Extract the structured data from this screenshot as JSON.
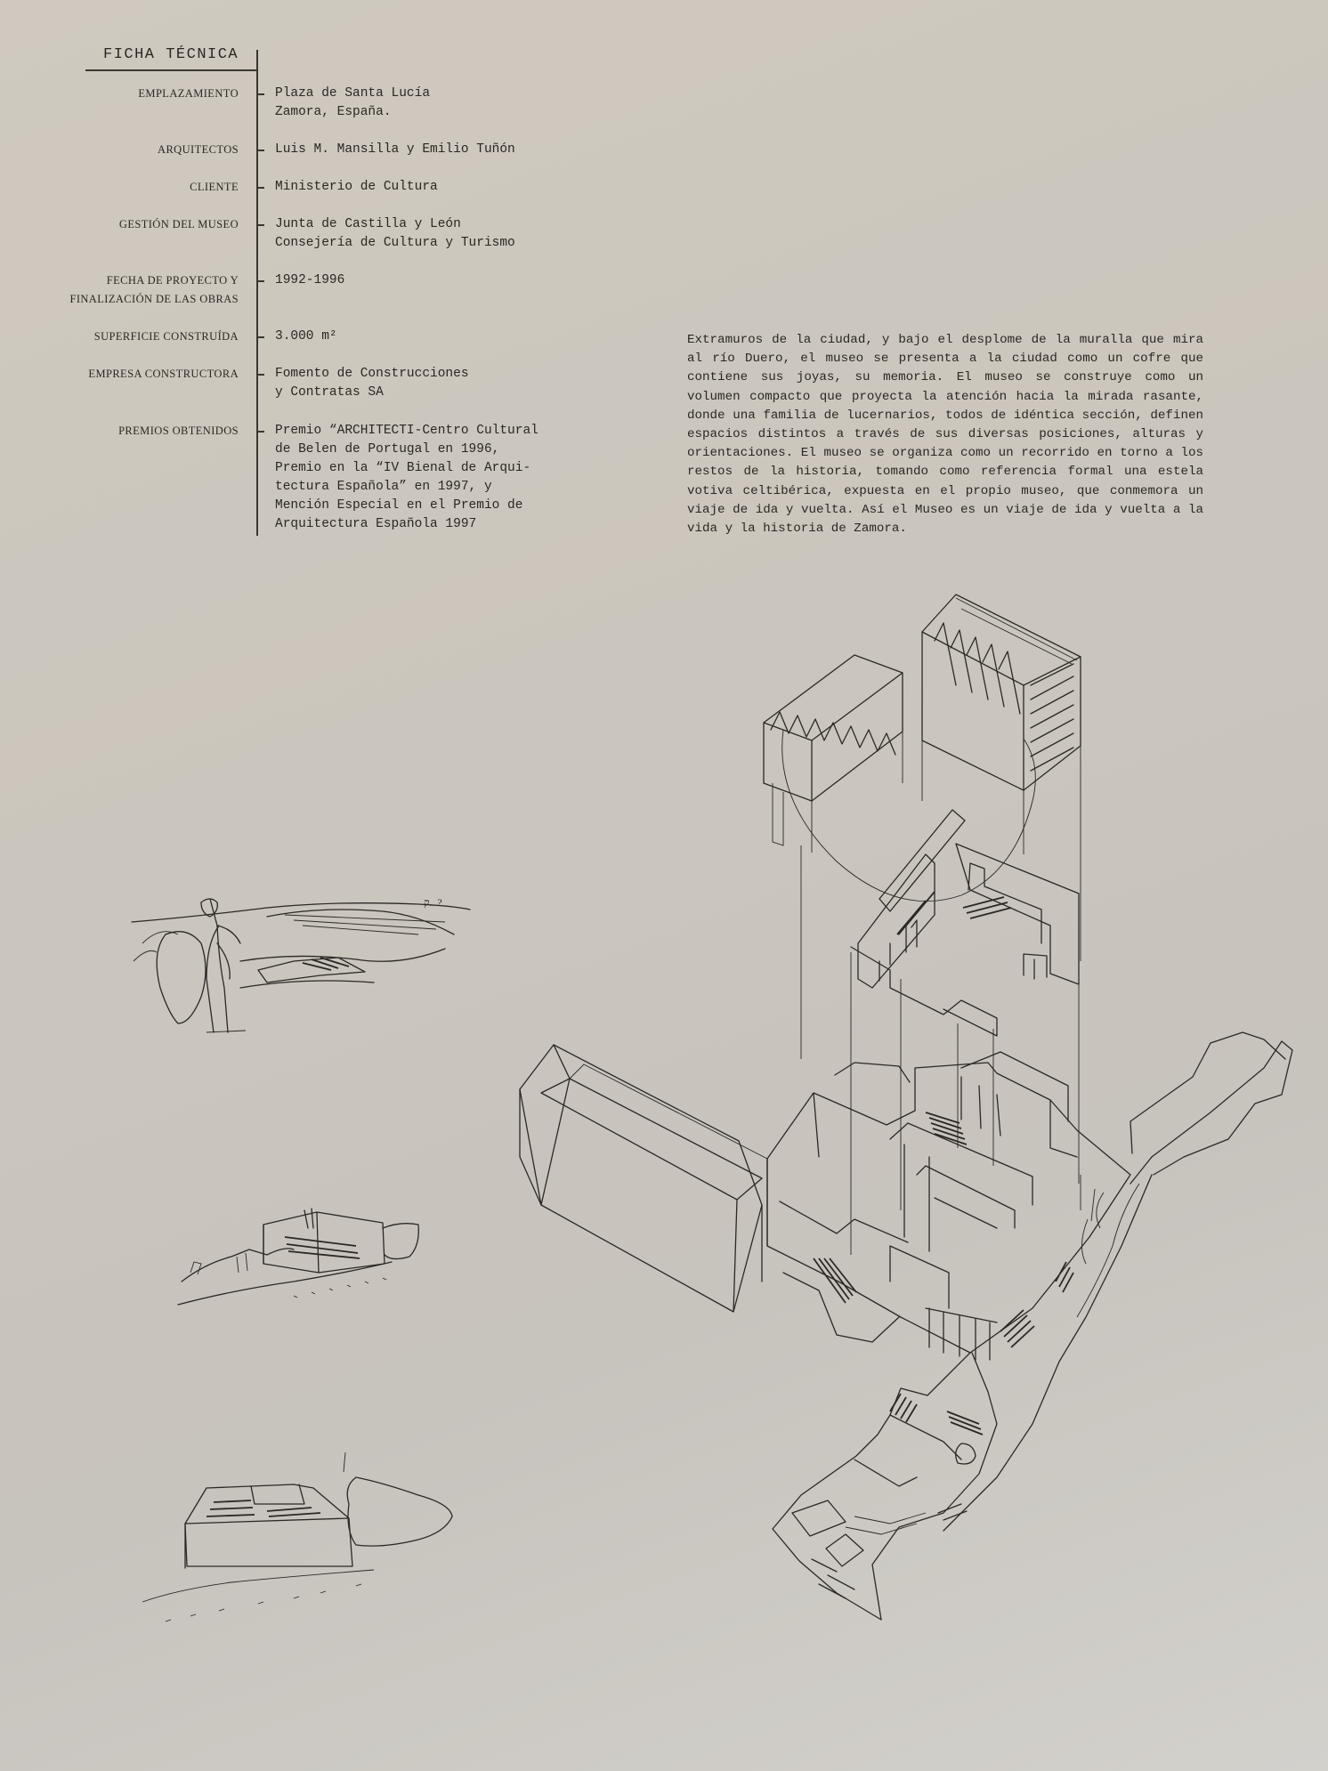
{
  "ficha": {
    "title": "FICHA TÉCNICA",
    "rows": [
      {
        "label": "EMPLAZAMIENTO",
        "value": "Plaza de Santa Lucía\nZamora, España."
      },
      {
        "label": "ARQUITECTOS",
        "value": "Luis M. Mansilla y Emilio Tuñón"
      },
      {
        "label": "CLIENTE",
        "value": "Ministerio de Cultura"
      },
      {
        "label": "GESTIÓN DEL MUSEO",
        "value": "Junta de Castilla y León\nConsejería de Cultura y Turismo"
      },
      {
        "label": "FECHA DE PROYECTO Y\nFINALIZACIÓN DE LAS OBRAS",
        "value": "1992-1996"
      },
      {
        "label": "SUPERFICIE CONSTRUÍDA",
        "value": "3.000 m²"
      },
      {
        "label": "EMPRESA CONSTRUCTORA",
        "value": "Fomento de Construcciones\ny Contratas SA"
      },
      {
        "label": "PREMIOS OBTENIDOS",
        "value": "Premio “ARCHITECTI-Centro Cultural\nde Belen de Portugal en 1996,\nPremio en la “IV Bienal de Arqui-\ntectura Española” en 1997, y\nMención Especial en el Premio de\nArquitectura Española 1997"
      }
    ]
  },
  "description": "Extramuros de la ciudad, y bajo el desplome de la muralla que mira al río Duero, el museo se presenta a la ciudad como un cofre que contiene sus joyas, su memoria.  El museo se construye como un volumen compacto que proyecta la atención hacia la mirada rasante, donde una familia de lucernarios, todos de idéntica sección, definen espacios distintos a través de sus diversas posiciones, alturas y orientaciones. El museo se organiza como un recorrido en torno a los restos de la historia, tomando como referencia formal una estela votiva celtibérica, expuesta en el propio museo, que conmemora un viaje de ida y vuelta. Así el Museo es un viaje de ida y vuelta a la vida y la historia de Zamora.",
  "sketch_marks": [
    "ק.. ?"
  ]
}
